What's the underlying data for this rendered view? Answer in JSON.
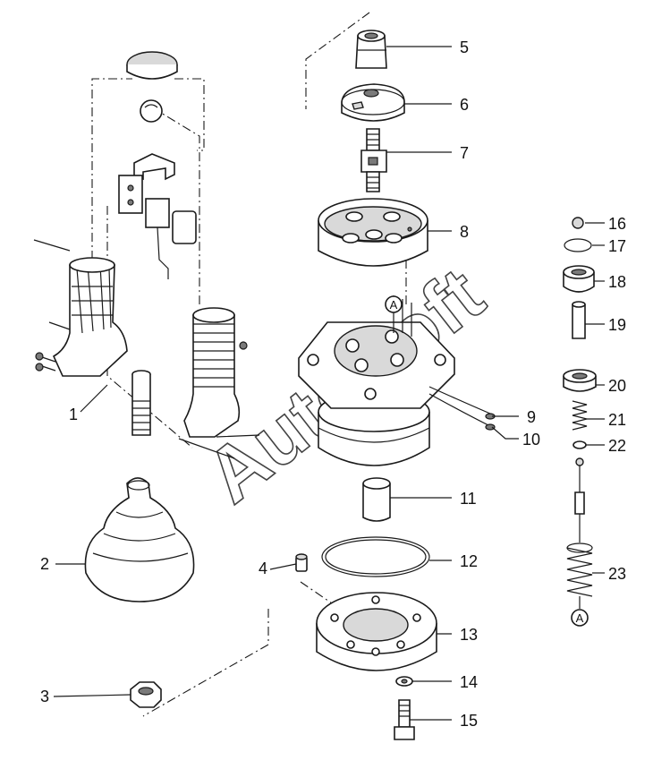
{
  "callouts": [
    {
      "id": "p1",
      "label": "1"
    },
    {
      "id": "p2",
      "label": "2"
    },
    {
      "id": "p3",
      "label": "3"
    },
    {
      "id": "p4",
      "label": "4"
    },
    {
      "id": "p5",
      "label": "5"
    },
    {
      "id": "p6",
      "label": "6"
    },
    {
      "id": "p7",
      "label": "7"
    },
    {
      "id": "p8",
      "label": "8"
    },
    {
      "id": "p9",
      "label": "9"
    },
    {
      "id": "p10",
      "label": "10"
    },
    {
      "id": "p11",
      "label": "11"
    },
    {
      "id": "p12",
      "label": "12"
    },
    {
      "id": "p13",
      "label": "13"
    },
    {
      "id": "p14",
      "label": "14"
    },
    {
      "id": "p15",
      "label": "15"
    },
    {
      "id": "p16",
      "label": "16"
    },
    {
      "id": "p17",
      "label": "17"
    },
    {
      "id": "p18",
      "label": "18"
    },
    {
      "id": "p19",
      "label": "19"
    },
    {
      "id": "p20",
      "label": "20"
    },
    {
      "id": "p21",
      "label": "21"
    },
    {
      "id": "p22",
      "label": "22"
    },
    {
      "id": "p23",
      "label": "23"
    }
  ],
  "reference_marks": {
    "top": "A",
    "bottom": "A"
  },
  "watermark": "AutoSoft"
}
